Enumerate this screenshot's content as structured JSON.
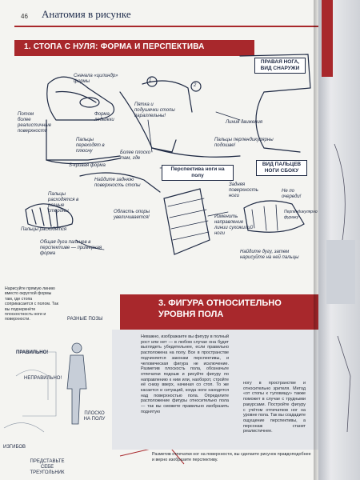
{
  "header": {
    "page_number": "46",
    "book_title": "Анатомия в рисунке"
  },
  "section1": {
    "title": "1. СТОПА С НУЛЯ: ФОРМА И ПЕРСПЕКТИВА"
  },
  "sketch_notes": {
    "top_drum": "Сначала «цилиндр» формы",
    "num_1": "1",
    "num_2": "2",
    "lower_form": "Форма лодыжки",
    "heel_pads": "Пятка и подушечки стопы параллельны!",
    "left_more": "Потом более реалистичные поверхности",
    "toes_bend": "Пальцы переходят в плюсну",
    "s_curve": "S-кривая форма",
    "flatter": "Более плоско там, где",
    "line_motion": "Линия движения",
    "perp_toes": "Пальцы перпендикулярны подошве!",
    "right_leg_title": "ПРАВАЯ НОГА, ВИД СНАРУЖИ",
    "perspective_box": "Перспектива ноги на полу",
    "side_toes_title": "ВИД ПАЛЬЦЕВ НОГИ СБОКУ",
    "not_queue": "Не по очереди!",
    "find_back": "Найдите заднюю поверхность стопы",
    "toes_spread": "Пальцы расходятся в разные стороны",
    "back_surface": "Задняя поверхность ноги",
    "support_area": "Область опоры увеличивается!",
    "toes_spread2": "Пальцы расходятся",
    "change_dir": "Изменить направление линии сухожилий ноги",
    "arc_toes": "Общая дуга пальцев в перспективе — примерная форма",
    "find_arc": "Найдите дугу, затем нарисуйте на ней пальцы",
    "perp_note": "Перпендикулярно фуражу"
  },
  "left_panel": {
    "note": "Нарисуйте прямую линию вместо округлой формы там, где стопа соприкасается с полом. Так вы подчеркнёте плоскостность ноги и поверхности.",
    "label_correct": "ПРАВИЛЬНО!",
    "label_wrong": "НЕПРАВИЛЬНО!",
    "label_flat": "ПЛОСКО НА ПОЛУ",
    "label_triangle": "ПРЕДСТАВЬТЕ СЕБЕ ТРЕУГОЛЬНИК",
    "label_bend": "ИЗГИБОВ",
    "label_figure": "РАЗНЫЕ ПОЗЫ"
  },
  "section3": {
    "title": "3. ФИГУРА ОТНОСИТЕЛЬНО УРОВНЯ ПОЛА",
    "column1": "Неважно, изображаете вы фигуру в полный рост или нет — в любом случае она будет выглядеть убедительнее, если правильно расположена на полу. Все в пространстве подчиняется законам перспективы, и человеческая фигура не исключение. Разметив плоскость пола, обозначьте отпечатки подошв и рисуйте фигуру по направлению к ним или, наоборот, стройте её снизу вверх, начиная со стоп. То же касается и ситуаций, когда ноги находятся над поверхностью пола. Определите расположение фигуры относительно пола — так вы сможете правильно изобразить поднятую",
    "column2": "ногу в пространстве и относительно зрителя. Метод «от стопы к туловищу» также поможет в случае с трудными ракурсами. Постройте фигуру с учётом отпечатков ног на уровне пола. Так вы создадите ощущение перспективы, а персонаж станет реалистичнее.",
    "bottom": "Разметив отпечатки ног на поверхности, вы сделаете рисунок правдоподобнее и верно изобразите перспективу."
  },
  "colors": {
    "accent_red": "#a8282c",
    "ink_blue": "#1f2a44"
  }
}
